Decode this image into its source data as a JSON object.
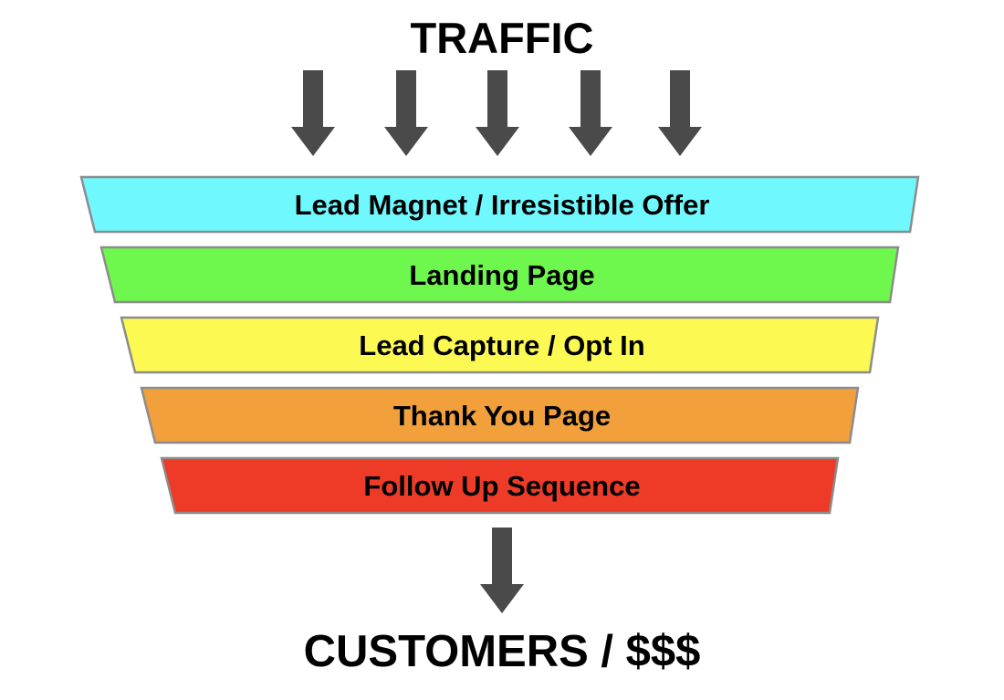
{
  "diagram": {
    "title": "TRAFFIC",
    "footer": "CUSTOMERS / $$$",
    "background_color": "#FFFFFF",
    "text_color": "#000000",
    "arrow_color": "#4A4A4A",
    "stroke_color": "#8C8C8C"
  },
  "chart_data": {
    "type": "funnel",
    "title": "TRAFFIC",
    "footer": "CUSTOMERS / $$$",
    "stages": [
      {
        "label": "Lead Magnet / Irresistible Offer",
        "color": "#6FF9FF",
        "order": 1
      },
      {
        "label": "Landing Page",
        "color": "#6EF84E",
        "order": 2
      },
      {
        "label": "Lead Capture / Opt In",
        "color": "#FCFA52",
        "order": 3
      },
      {
        "label": "Thank You Page",
        "color": "#F1A03C",
        "order": 4
      },
      {
        "label": "Follow Up Sequence",
        "color": "#EE3B28",
        "order": 5
      }
    ]
  },
  "top_arrows": {
    "icon": "arrow-down-icon",
    "count": 5,
    "color": "#4A4A4A"
  },
  "bottom_arrow": {
    "icon": "arrow-down-icon",
    "color": "#4A4A4A"
  }
}
